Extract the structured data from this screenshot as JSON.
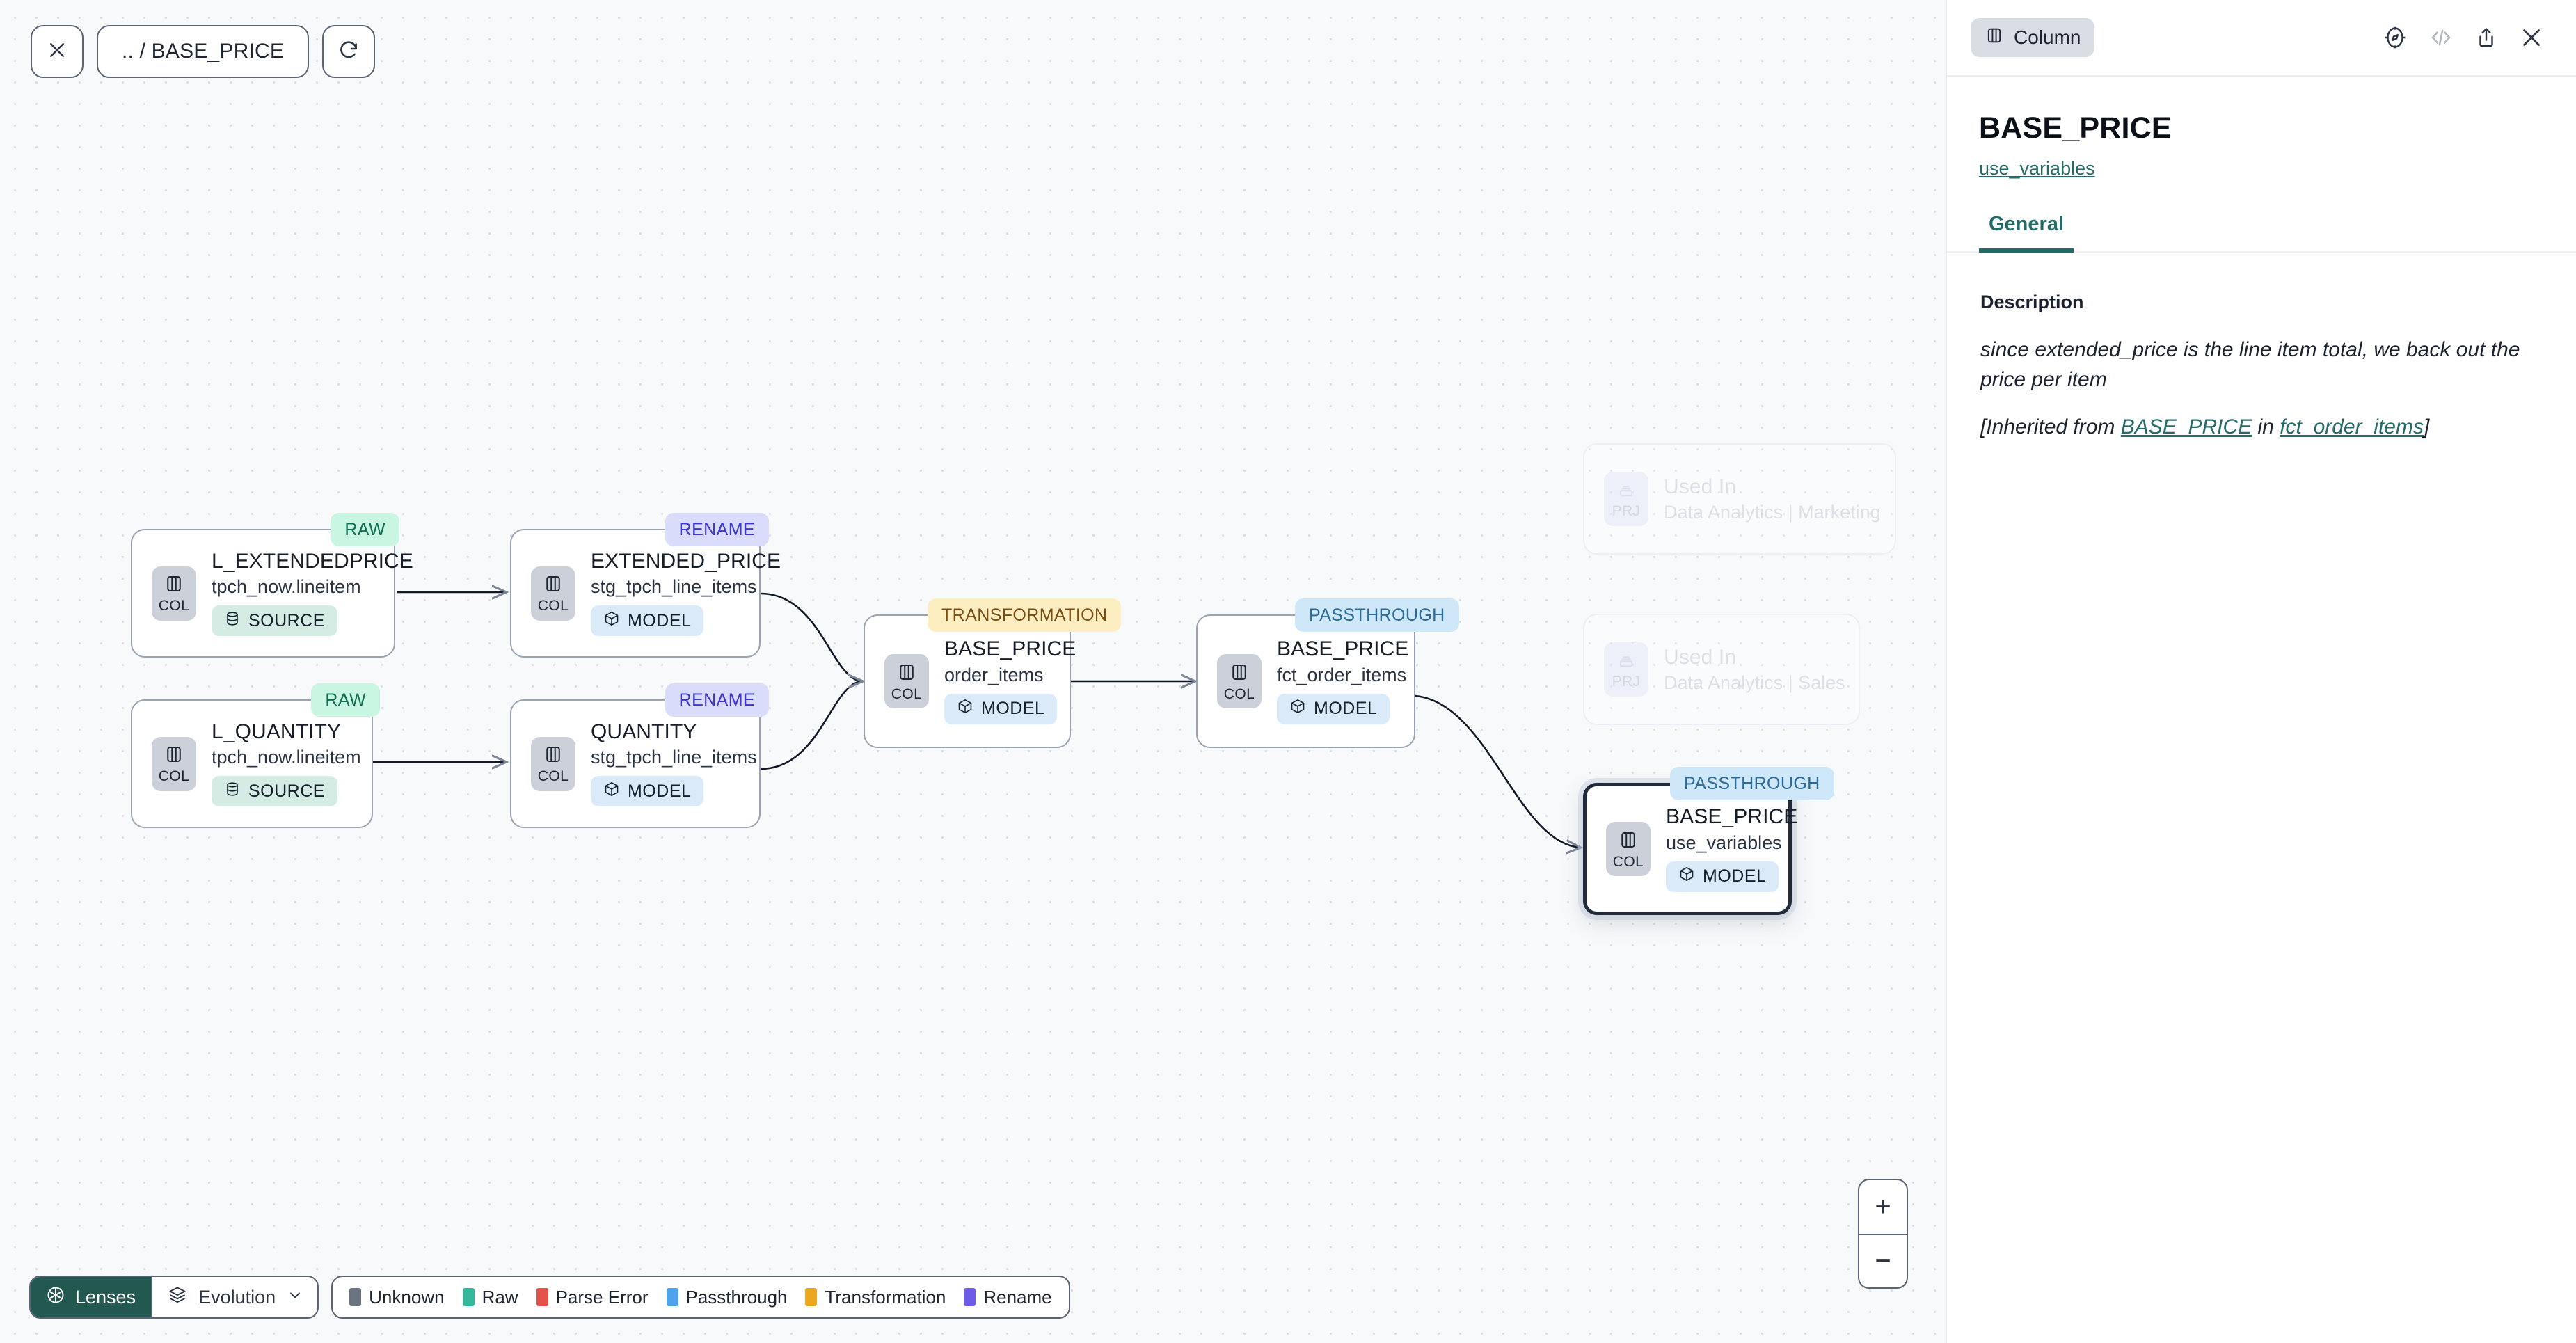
{
  "toolbar": {
    "close_icon": "close-icon",
    "breadcrumb": ".. / BASE_PRICE",
    "refresh_icon": "refresh-icon"
  },
  "graph": {
    "nodes": [
      {
        "id": "l_extendedprice",
        "title": "L_EXTENDEDPRICE",
        "subtitle": "tpch_now.lineitem",
        "kind_label": "COL",
        "tag": "SOURCE",
        "tag_type": "source",
        "badge": "RAW",
        "badge_type": "raw",
        "selected": false,
        "ghost": false
      },
      {
        "id": "l_quantity",
        "title": "L_QUANTITY",
        "subtitle": "tpch_now.lineitem",
        "kind_label": "COL",
        "tag": "SOURCE",
        "tag_type": "source",
        "badge": "RAW",
        "badge_type": "raw",
        "selected": false,
        "ghost": false
      },
      {
        "id": "extended_price",
        "title": "EXTENDED_PRICE",
        "subtitle": "stg_tpch_line_items",
        "kind_label": "COL",
        "tag": "MODEL",
        "tag_type": "model",
        "badge": "RENAME",
        "badge_type": "rename",
        "selected": false,
        "ghost": false
      },
      {
        "id": "quantity",
        "title": "QUANTITY",
        "subtitle": "stg_tpch_line_items",
        "kind_label": "COL",
        "tag": "MODEL",
        "tag_type": "model",
        "badge": "RENAME",
        "badge_type": "rename",
        "selected": false,
        "ghost": false
      },
      {
        "id": "base_price_order_items",
        "title": "BASE_PRICE",
        "subtitle": "order_items",
        "kind_label": "COL",
        "tag": "MODEL",
        "tag_type": "model",
        "badge": "TRANSFORMATION",
        "badge_type": "transformation",
        "selected": false,
        "ghost": false
      },
      {
        "id": "base_price_fct_order_items",
        "title": "BASE_PRICE",
        "subtitle": "fct_order_items",
        "kind_label": "COL",
        "tag": "MODEL",
        "tag_type": "model",
        "badge": "PASSTHROUGH",
        "badge_type": "passthrough",
        "selected": false,
        "ghost": false
      },
      {
        "id": "base_price_use_variables",
        "title": "BASE_PRICE",
        "subtitle": "use_variables",
        "kind_label": "COL",
        "tag": "MODEL",
        "tag_type": "model",
        "badge": "PASSTHROUGH",
        "badge_type": "passthrough",
        "selected": true,
        "ghost": false
      }
    ],
    "ghost_nodes": [
      {
        "id": "used_in_marketing",
        "title": "Used In",
        "subtitle": "Data Analytics | Marketing",
        "kind_label": "PRJ"
      },
      {
        "id": "used_in_sales",
        "title": "Used In",
        "subtitle": "Data Analytics | Sales",
        "kind_label": "PRJ"
      }
    ]
  },
  "bottom": {
    "lenses_label": "Lenses",
    "evolution_label": "Evolution",
    "legend": [
      {
        "label": "Unknown",
        "color": "#6b7280"
      },
      {
        "label": "Raw",
        "color": "#34b79a"
      },
      {
        "label": "Parse Error",
        "color": "#e3534a"
      },
      {
        "label": "Passthrough",
        "color": "#4fa3e8"
      },
      {
        "label": "Transformation",
        "color": "#eba81f"
      },
      {
        "label": "Rename",
        "color": "#6c5ce7"
      }
    ],
    "zoom_in": "+",
    "zoom_out": "−"
  },
  "panel": {
    "kind_badge": "Column",
    "title": "BASE_PRICE",
    "parent_link": "use_variables",
    "tabs": [
      {
        "label": "General",
        "active": true
      }
    ],
    "description_label": "Description",
    "description_text": "since extended_price is the line item total, we back out the price per item",
    "inherited_prefix": "[Inherited from ",
    "inherited_column": "BASE_PRICE",
    "inherited_mid": " in ",
    "inherited_model": "fct_order_items",
    "inherited_suffix": "]",
    "icons": {
      "compass": "compass-icon",
      "code": "code-icon",
      "share": "share-icon",
      "close": "close-icon"
    }
  }
}
